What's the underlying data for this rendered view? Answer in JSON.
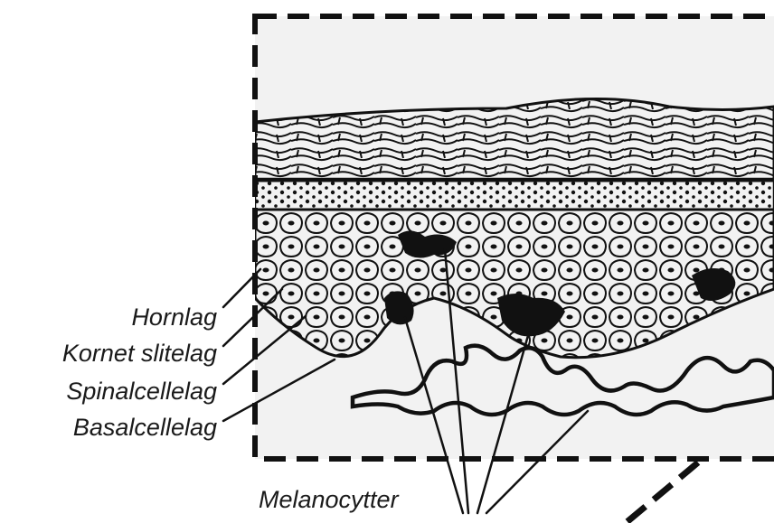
{
  "labels": {
    "hornlag": "Hornlag",
    "kornet": "Kornet slitelag",
    "spinal": "Spinalcellelag",
    "basal": "Basalcellelag",
    "melanocytter": "Melanocytter"
  },
  "colors": {
    "ink": "#111111",
    "box_fill": "#f2f2f2",
    "background": "#ffffff"
  }
}
